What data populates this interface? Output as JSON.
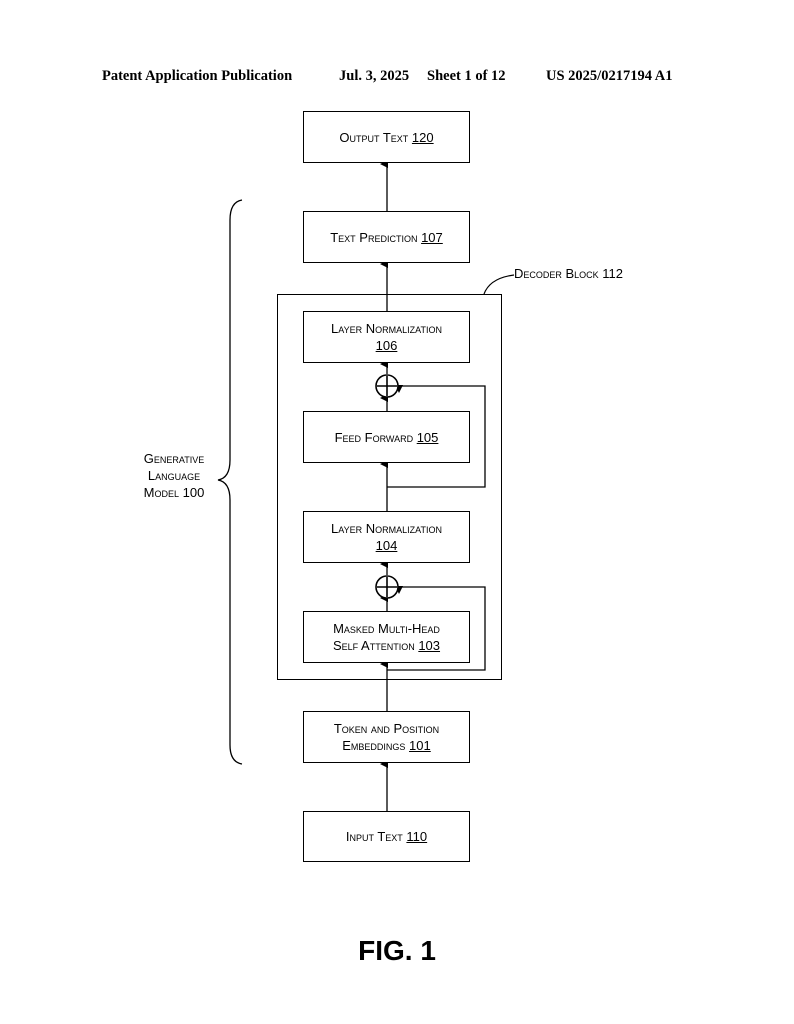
{
  "header": {
    "publication": "Patent Application Publication",
    "date": "Jul. 3, 2025",
    "sheet": "Sheet 1 of 12",
    "number": "US 2025/0217194 A1"
  },
  "boxes": {
    "output": {
      "text": "Output Text",
      "ref": "120"
    },
    "prediction": {
      "text": "Text Prediction",
      "ref": "107"
    },
    "layer_norm_106": {
      "text": "Layer Normalization",
      "ref": "106"
    },
    "feed_forward": {
      "text": "Feed Forward",
      "ref": "105"
    },
    "layer_norm_104": {
      "text": "Layer Normalization",
      "ref": "104"
    },
    "masked_attention": {
      "line1": "Masked Multi-Head",
      "line2": "Self Attention",
      "ref": "103"
    },
    "embeddings": {
      "line1": "Token and Position",
      "line2": "Embeddings",
      "ref": "101"
    },
    "input": {
      "text": "Input Text",
      "ref": "110"
    }
  },
  "decoder_block_label": "Decoder Block 112",
  "model_label": {
    "line1": "Generative",
    "line2": "Language",
    "line3": "Model 100"
  },
  "figure_label": "FIG. 1"
}
